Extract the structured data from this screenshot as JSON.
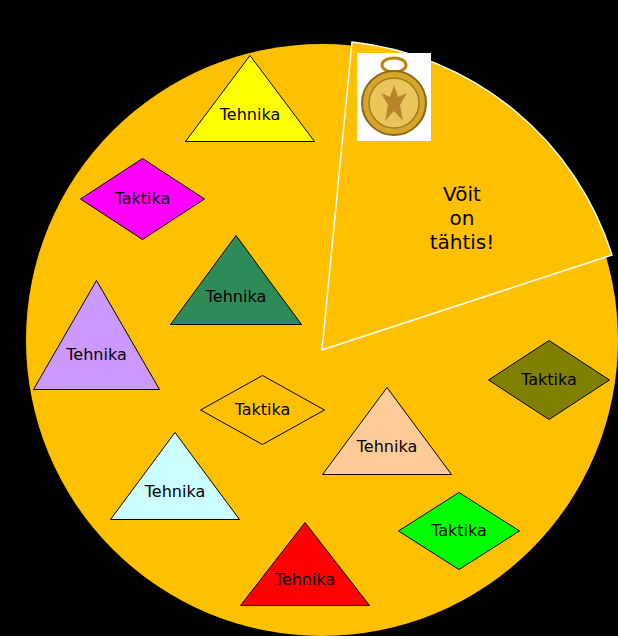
{
  "diagram": {
    "nodes": [
      {
        "text": [
          "Tehnika"
        ]
      },
      {
        "text": [
          "Võit on tähtis!"
        ]
      },
      {
        "text": [
          "Taktika"
        ]
      },
      {
        "text": [
          "Tehnika"
        ]
      },
      {
        "text": [
          "Tehnika"
        ]
      },
      {
        "text": [
          "Taktika"
        ]
      },
      {
        "text": [
          "Taktika"
        ]
      },
      {
        "text": [
          "Tehnika"
        ]
      },
      {
        "text": [
          "Tehnika"
        ]
      },
      {
        "text": [
          "Taktika"
        ]
      },
      {
        "text": [
          "Tehnika"
        ]
      }
    ]
  }
}
